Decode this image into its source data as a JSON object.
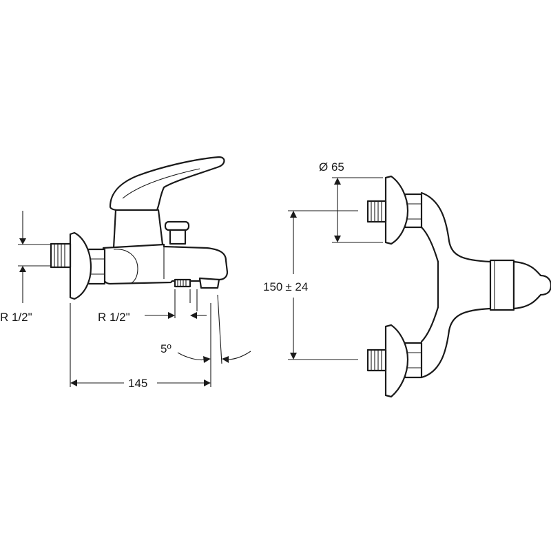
{
  "labels": {
    "left_inlet_thread": "R 1/2\"",
    "outlet_thread": "R 1/2\"",
    "spout_angle": "5º",
    "projection": "145",
    "center_distance_value": "150",
    "center_distance_tolerance": "± 24",
    "flange_diameter": "Ø 65"
  },
  "colors": {
    "line": "#1a1a1a",
    "background": "#ffffff"
  }
}
